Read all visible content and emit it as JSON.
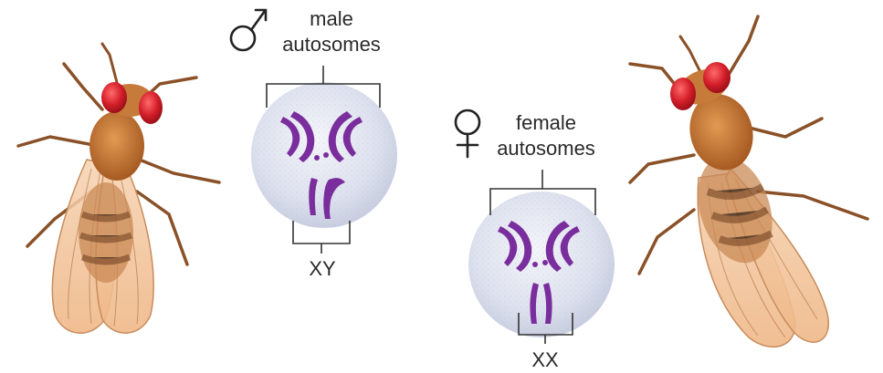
{
  "male": {
    "symbol": "male-symbol-icon",
    "label_line1": "male",
    "label_line2": "autosomes",
    "sex_chromosomes": "XY"
  },
  "female": {
    "symbol": "female-symbol-icon",
    "label_line1": "female",
    "label_line2": "autosomes",
    "sex_chromosomes": "XX"
  },
  "figures": {
    "left": "male-fruit-fly",
    "right": "female-fruit-fly"
  },
  "colors": {
    "chromosome": "#7a2d9c",
    "nucleus": "#dfe3f0",
    "fly_body": "#c47a38",
    "fly_eye": "#d8222f",
    "wing": "#f1c49c",
    "bracket": "#333333"
  }
}
